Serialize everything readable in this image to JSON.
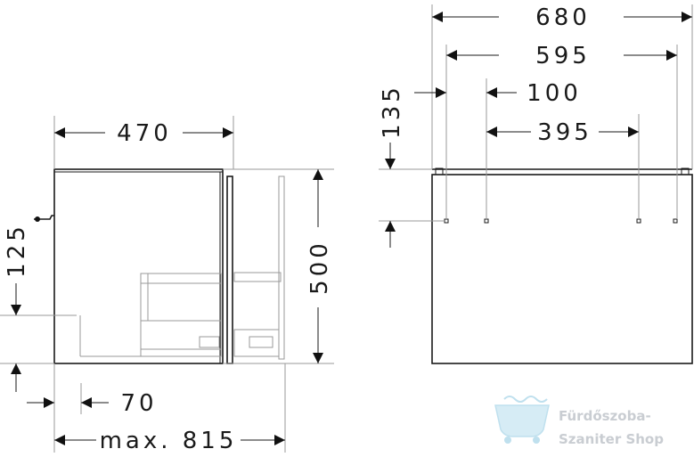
{
  "dimensions": {
    "side_width": "470",
    "side_height": "500",
    "side_left_125": "125",
    "side_70": "70",
    "side_max": "max. 815",
    "front_680": "680",
    "front_595": "595",
    "front_135": "135",
    "front_100": "100",
    "front_395": "395"
  },
  "watermark": {
    "line1": "Fürdőszoba-",
    "line2": "Szaniter Shop"
  },
  "colors": {
    "line": "#1a1a1a",
    "watermark": "#c9cdd2",
    "watermark_icon": "#d6ecf5"
  }
}
